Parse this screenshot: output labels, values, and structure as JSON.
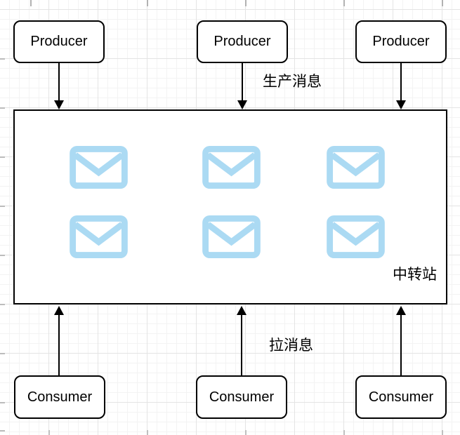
{
  "colors": {
    "envelope": "#ABDAF3",
    "node_border": "#000000",
    "canvas_bg": "#FFFFFF",
    "grid_minor": "#F3F3F3",
    "grid_major": "#E4E4E4"
  },
  "nodes": {
    "producers": [
      {
        "label": "Producer"
      },
      {
        "label": "Producer"
      },
      {
        "label": "Producer"
      }
    ],
    "consumers": [
      {
        "label": "Consumer"
      },
      {
        "label": "Consumer"
      },
      {
        "label": "Consumer"
      }
    ],
    "hub": {
      "label": "中转站",
      "message_icon": "envelope-icon",
      "message_count": 6
    }
  },
  "annotations": {
    "produce_label": "生产消息",
    "pull_label": "拉消息"
  }
}
